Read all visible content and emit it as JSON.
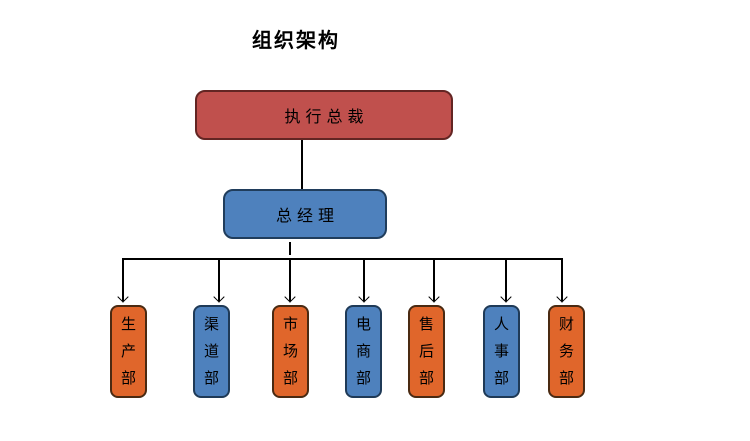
{
  "title": "组织架构",
  "diagram": {
    "type": "org-chart",
    "background": "#FFFFFF",
    "connector": {
      "color": "#000000",
      "arrow": "down-arrowheads-on-department-drops"
    },
    "root": {
      "label": "执行总裁",
      "fill": "#C0504D",
      "border": "#632523",
      "text_color": "#000000"
    },
    "manager": {
      "label": "总经理",
      "fill": "#4E81BD",
      "border": "#203D5C",
      "text_color": "#000000"
    },
    "departments": [
      {
        "label": "生产部",
        "color": "orange"
      },
      {
        "label": "渠道部",
        "color": "blue"
      },
      {
        "label": "市场部",
        "color": "orange"
      },
      {
        "label": "电商部",
        "color": "blue"
      },
      {
        "label": "售后部",
        "color": "orange"
      },
      {
        "label": "人事部",
        "color": "blue"
      },
      {
        "label": "财务部",
        "color": "orange"
      }
    ],
    "palette": {
      "orange": "#E0662B",
      "blue": "#4E81BD",
      "red": "#C0504D"
    }
  }
}
